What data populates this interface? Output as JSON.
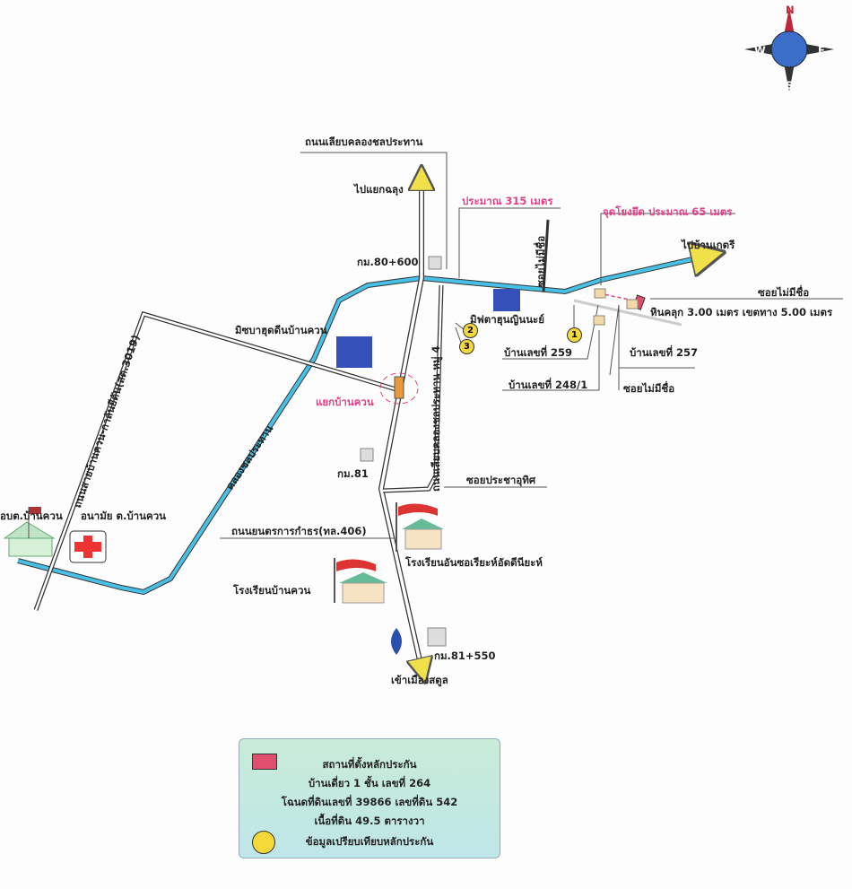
{
  "compass": {
    "n": "N",
    "s": "S",
    "e": "E",
    "w": "W"
  },
  "roads": {
    "canal_road": "ถนนเลียบคลองชลประทาน",
    "canal_road_moo4": "ถนนเลียบคลองชลประทาน หมู่ 4",
    "west_road": "ถนนสายบ้านควน-กาลันยีตัน(สต.3019)",
    "highway": "ถนนยนตรการกำธร(ทล.406)",
    "canal": "คลองชลประทาน",
    "soi_unnamed_1": "ซอยไม่มีชื่อ",
    "soi_unnamed_2": "ซอยไม่มีชื่อ",
    "soi_unnamed_3": "ซอยไม่มีชื่อ",
    "soi_prachauthit": "ซอยประชาอุทิศ"
  },
  "directions": {
    "north": "ไปแยกฉลุง",
    "east": "ไปบ้านเกตรี",
    "south": "เข้าเมืองสตูล"
  },
  "km_markers": {
    "km80_600": "กม.80+600",
    "km81": "กม.81",
    "km81_550": "กม.81+550"
  },
  "distances": {
    "d315": "ประมาณ 315 เมตร",
    "d65": "จุดโยงยึด ประมาณ 65 เมตร"
  },
  "road_spec": "หินคลุก 3.00 เมตร เขตทาง 5.00 เมตร",
  "landmarks": {
    "mosque1": "มิซบาฮุดดีนบ้านควน",
    "mosque2": "มิฟตาฮุนญินนะย์",
    "junction": "แยกบ้านควน",
    "obt": "อบต.บ้านควน",
    "health": "อนามัย ต.บ้านควน",
    "school1": "โรงเรียนอันซอเรียะห์อัดดีนียะห์",
    "school2": "โรงเรียนบ้านควน"
  },
  "houses": {
    "h259": "บ้านเลขที่ 259",
    "h248": "บ้านเลขที่ 248/1",
    "h257": "บ้านเลขที่ 257"
  },
  "markers": [
    "1",
    "2",
    "3"
  ],
  "legend": {
    "line1": "สถานที่ตั้งหลักประกัน",
    "line2": "บ้านเดี่ยว 1 ชั้น เลขที่ 264",
    "line3": "โฉนดที่ดินเลขที่ 39866 เลขที่ดิน 542",
    "line4": "เนื้อที่ดิน 49.5 ตารางวา",
    "line5": "ข้อมูลเปรียบเทียบหลักประกัน"
  },
  "colors": {
    "canal": "#3fb6de",
    "accent": "#e0408a",
    "marker": "#f5d83a",
    "property": "#e0506e"
  }
}
